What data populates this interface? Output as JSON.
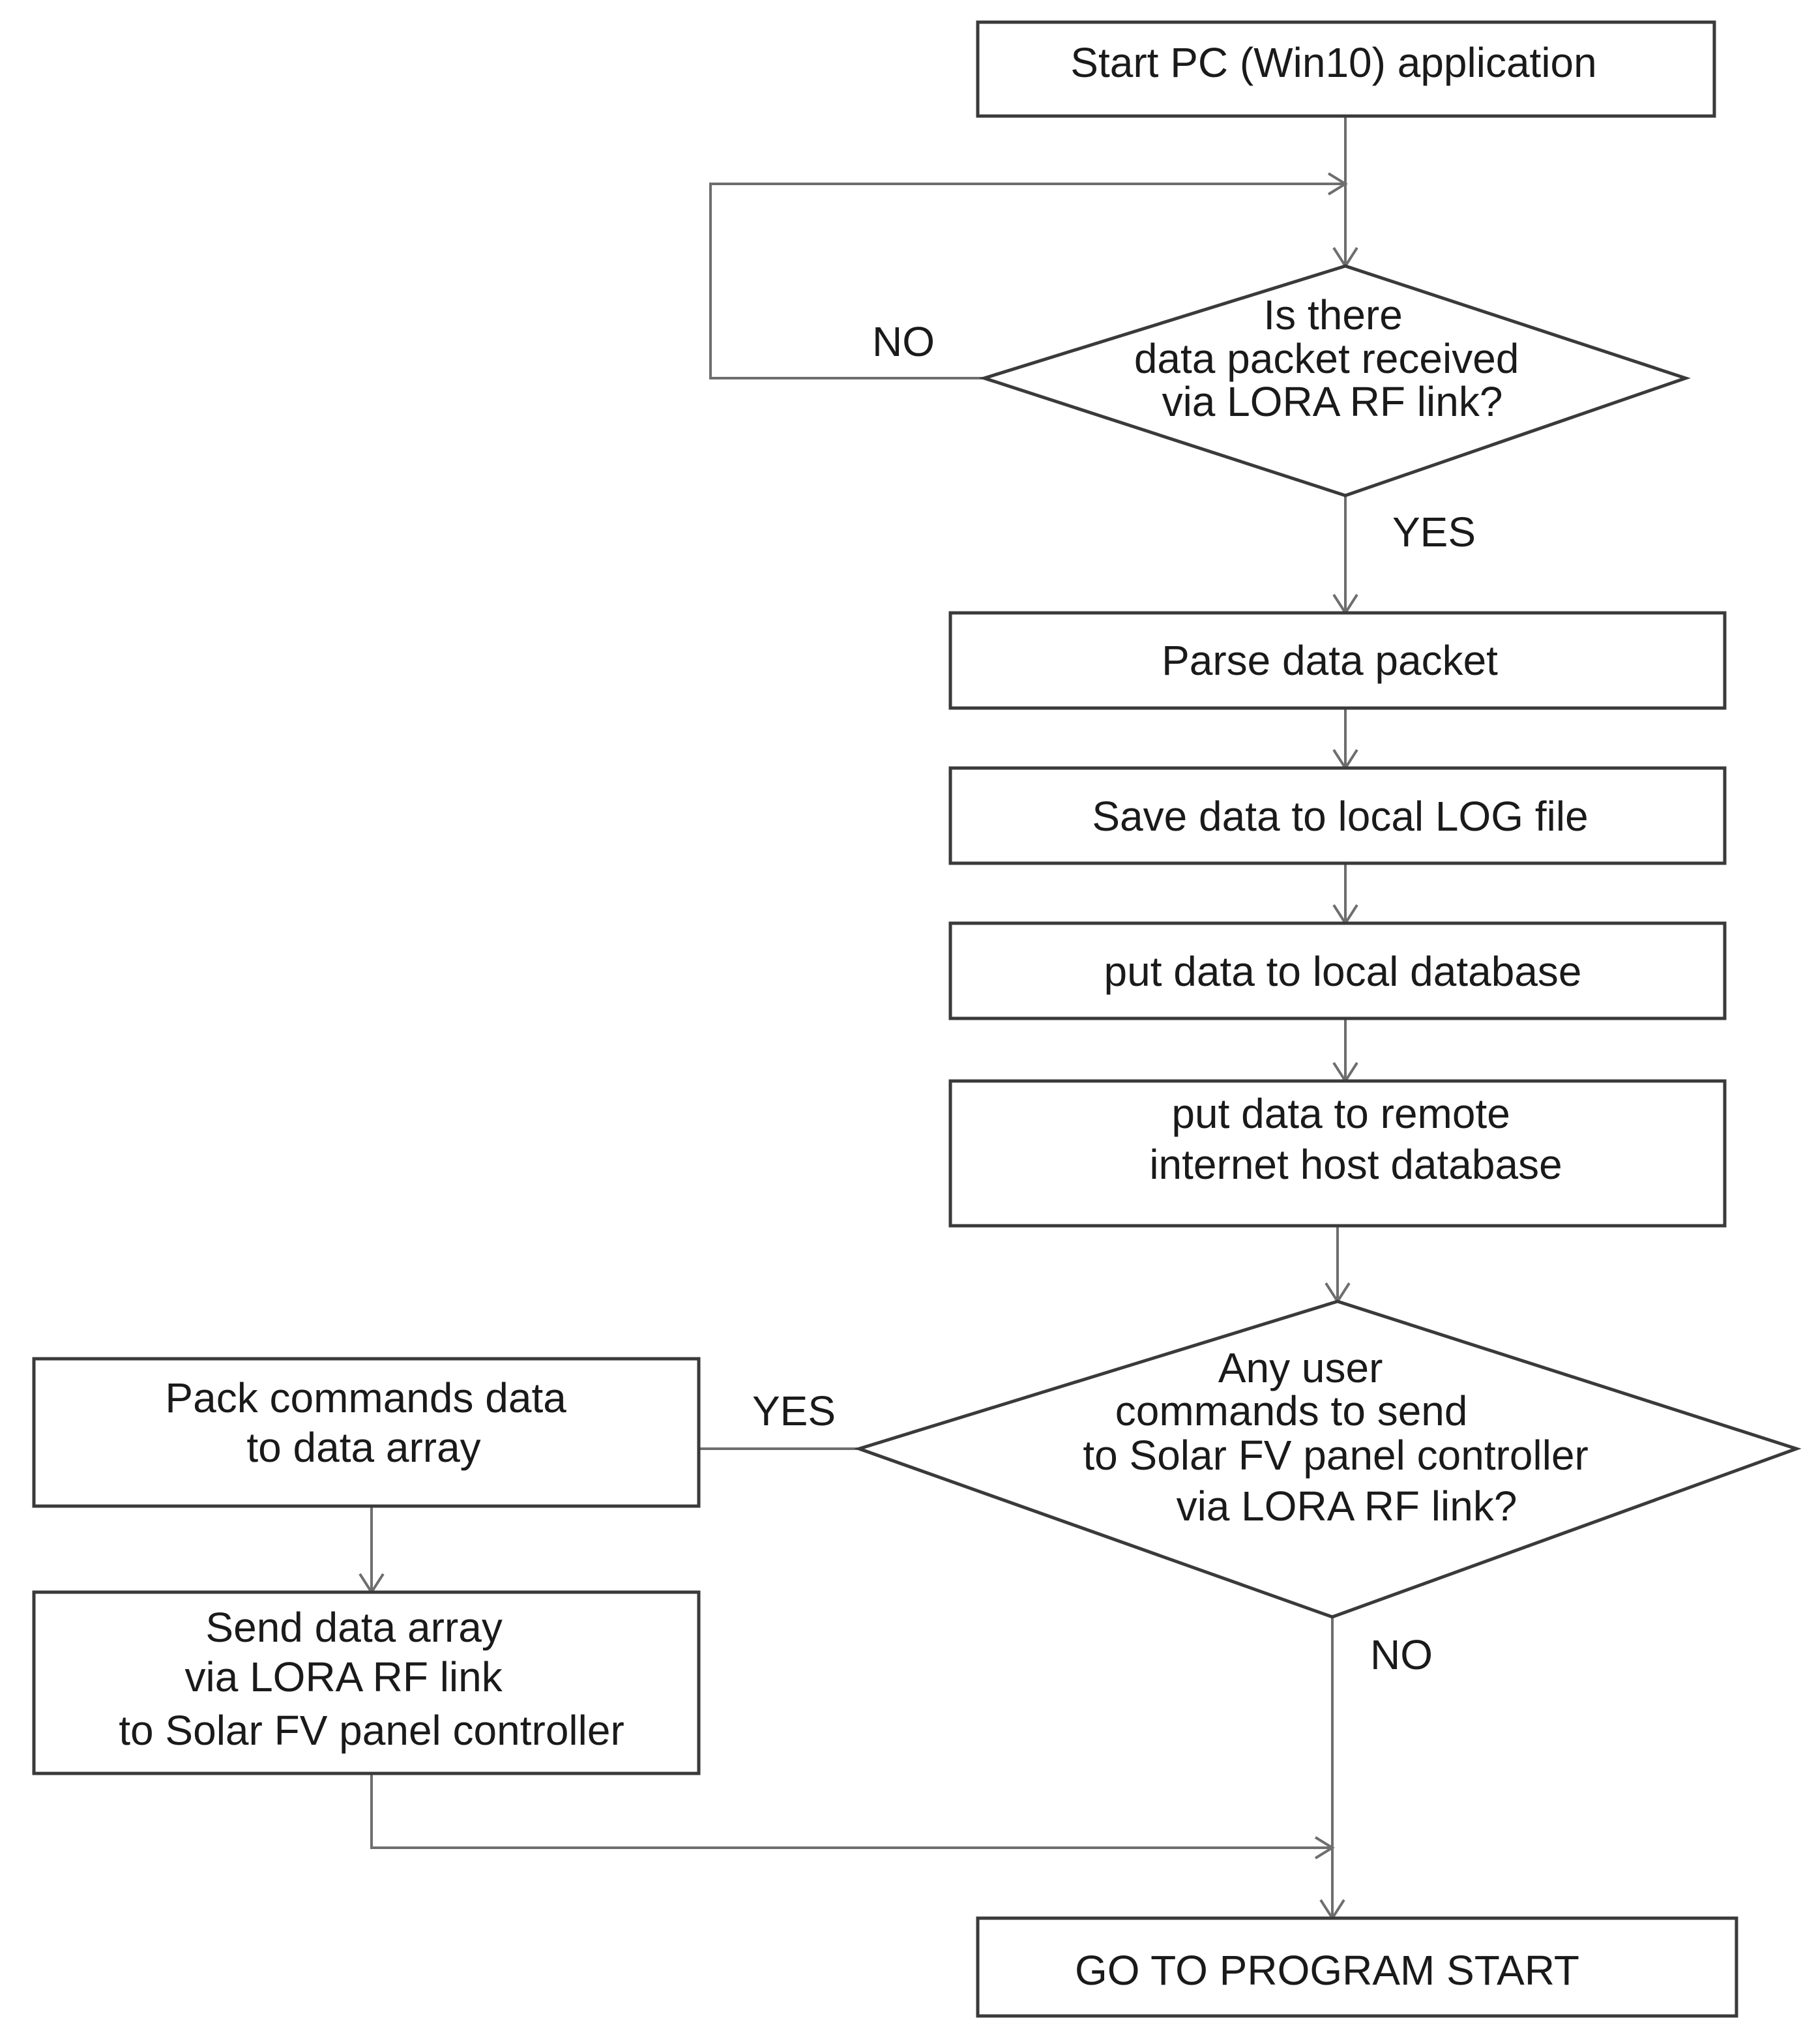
{
  "diagram": {
    "nodes": {
      "start": {
        "lines": [
          "Start PC (Win10) application"
        ]
      },
      "decision_received": {
        "lines": [
          "Is there",
          "data packet received",
          "via LORA RF link?"
        ]
      },
      "parse": {
        "lines": [
          "Parse data packet"
        ]
      },
      "save_log": {
        "lines": [
          "Save data to local LOG file"
        ]
      },
      "local_db": {
        "lines": [
          "put data to local database"
        ]
      },
      "remote_db": {
        "lines": [
          "put data to remote",
          "internet host database"
        ]
      },
      "decision_commands": {
        "lines": [
          "Any user",
          "commands to send",
          "to Solar FV panel controller",
          "via LORA RF link?"
        ]
      },
      "pack": {
        "lines": [
          "Pack commands data",
          "to data array"
        ]
      },
      "send": {
        "lines": [
          "Send data array",
          "via LORA RF link",
          "to Solar FV panel controller"
        ]
      },
      "goto_start": {
        "lines": [
          "GO TO PROGRAM START"
        ]
      }
    },
    "edge_labels": {
      "received_no": "NO",
      "received_yes": "YES",
      "commands_yes": "YES",
      "commands_no": "NO"
    }
  }
}
